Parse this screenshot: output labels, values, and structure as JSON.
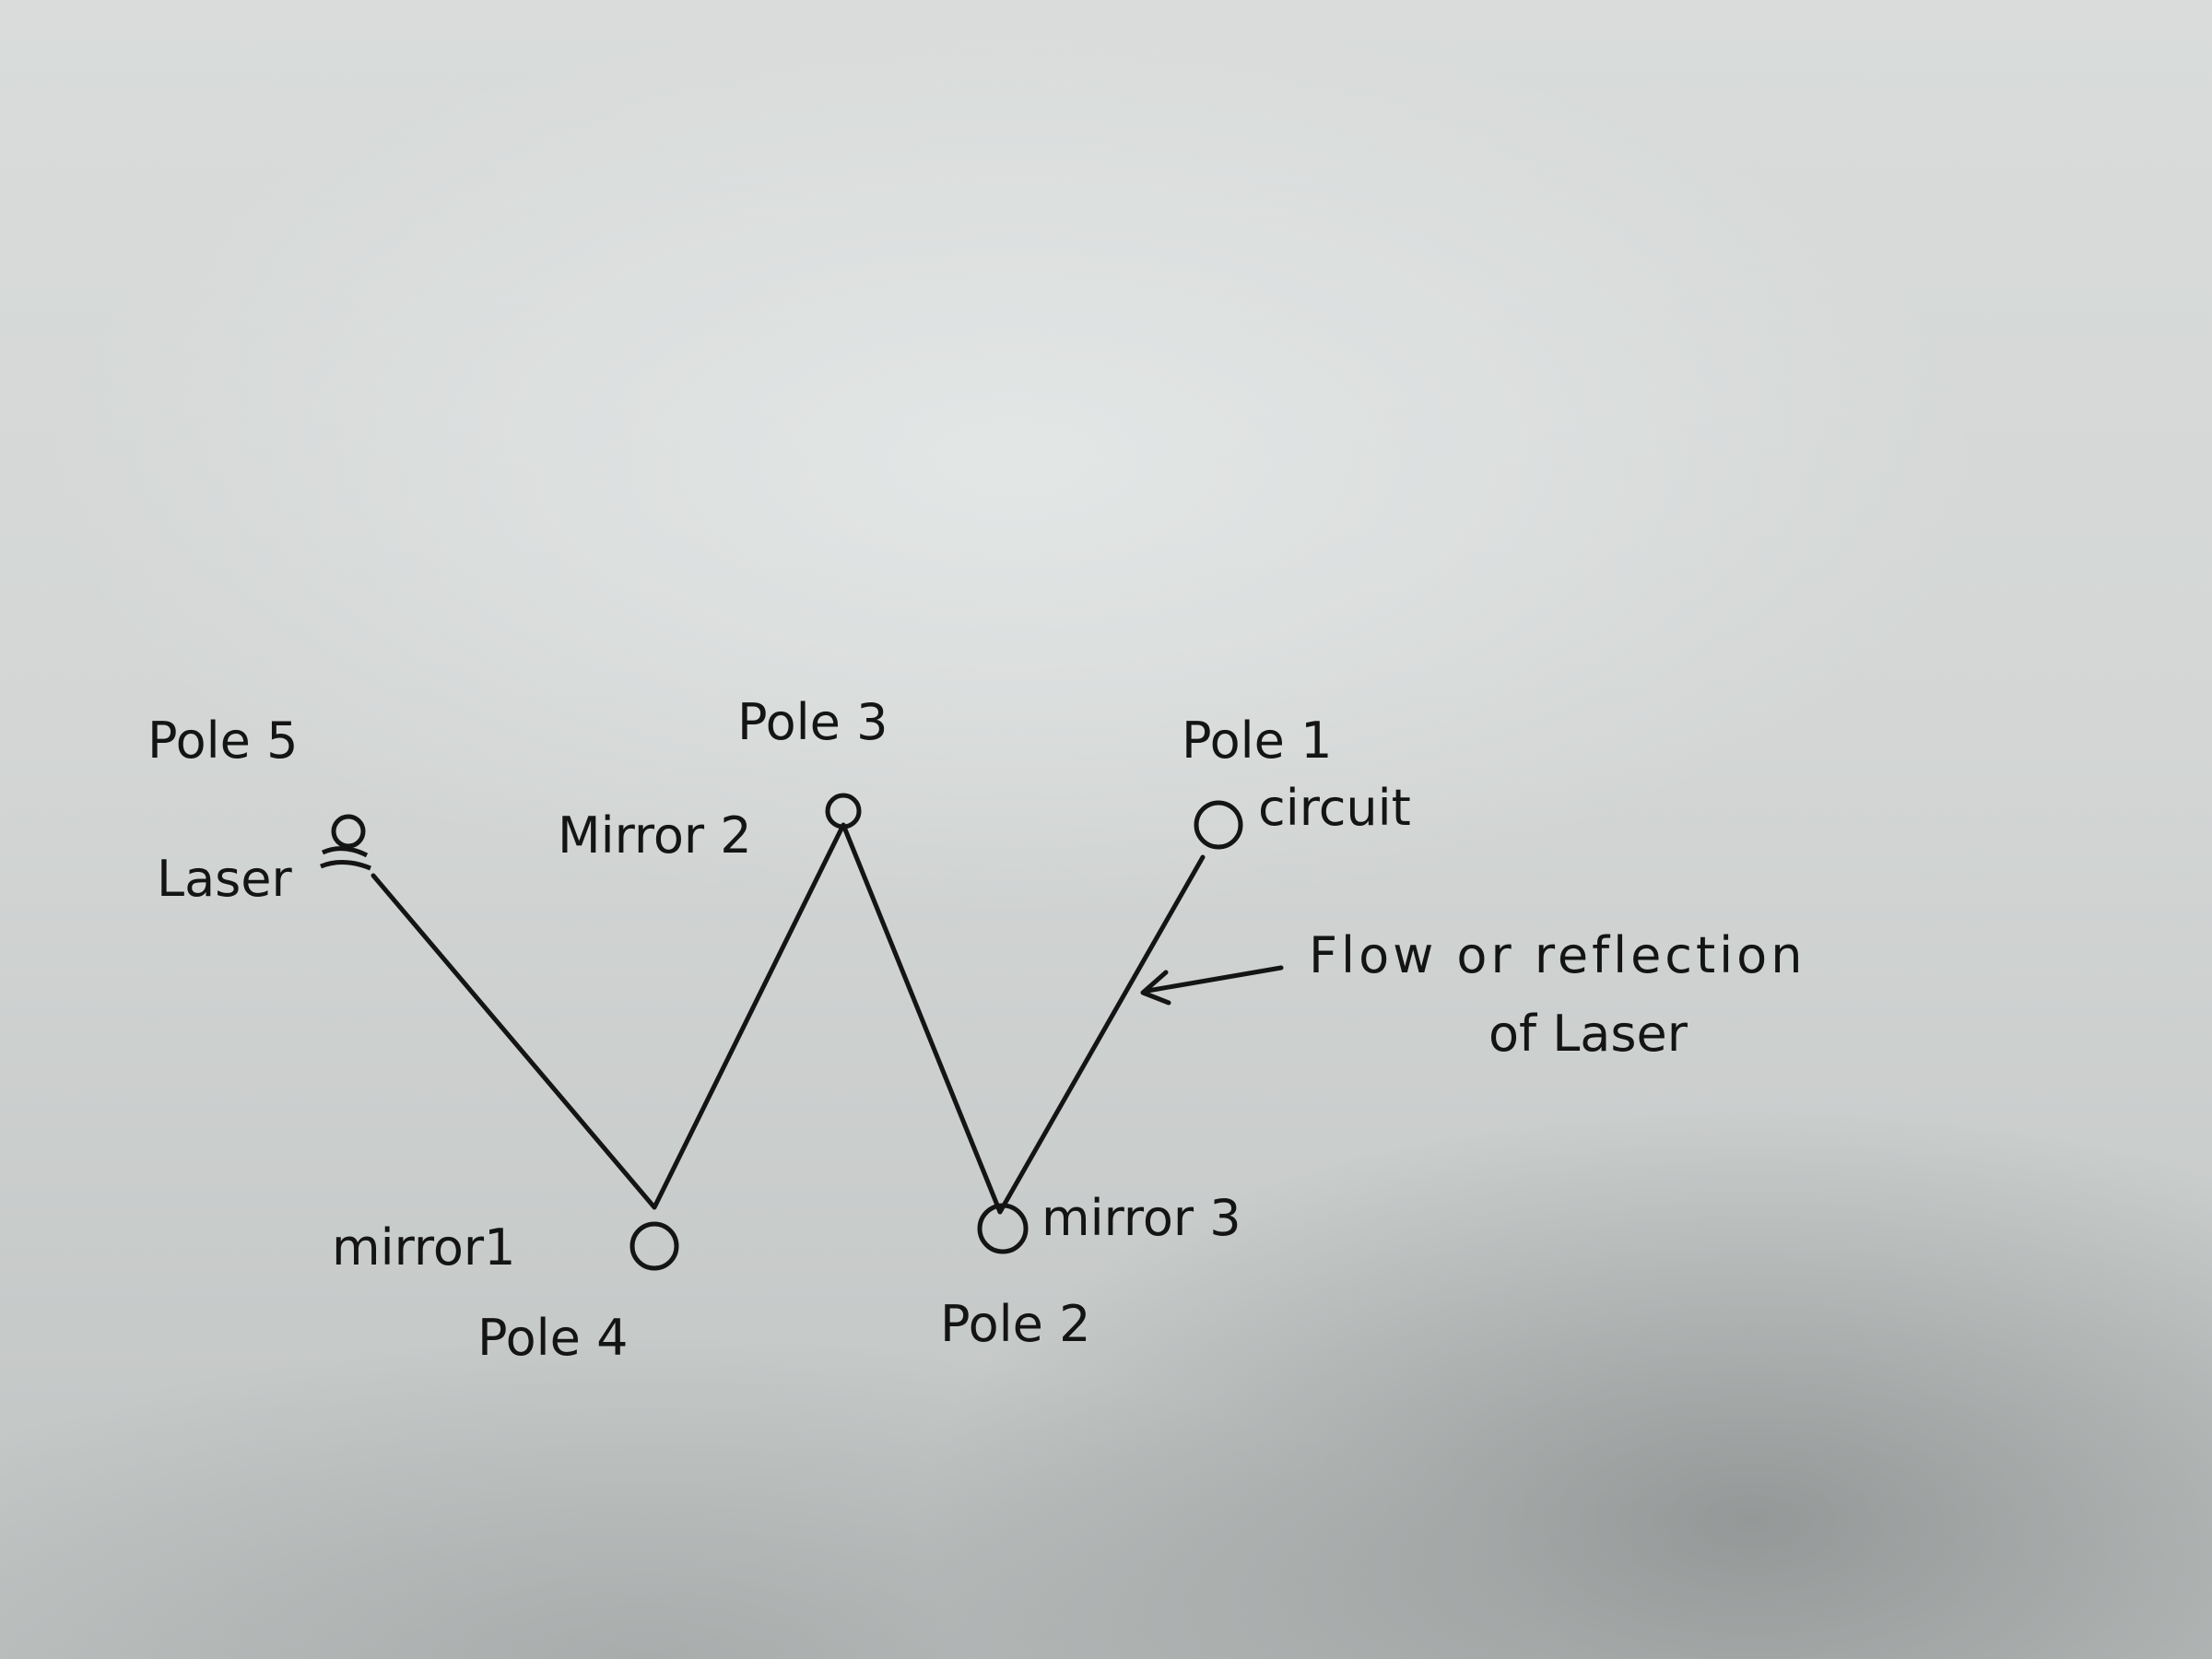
{
  "colors": {
    "ink": "#141414",
    "paper": "#d6d9d8"
  },
  "labels": {
    "pole5": "Pole 5",
    "laser": "Laser",
    "pole3": "Pole 3",
    "mirror2": "Mirror 2",
    "pole1": "Pole 1",
    "circuit": "circuit",
    "mirror1": "mirror1",
    "pole4": "Pole 4",
    "mirror3": "mirror 3",
    "pole2": "Pole 2",
    "annotation_line1": "Flow or reflection",
    "annotation_line2": "of Laser"
  }
}
